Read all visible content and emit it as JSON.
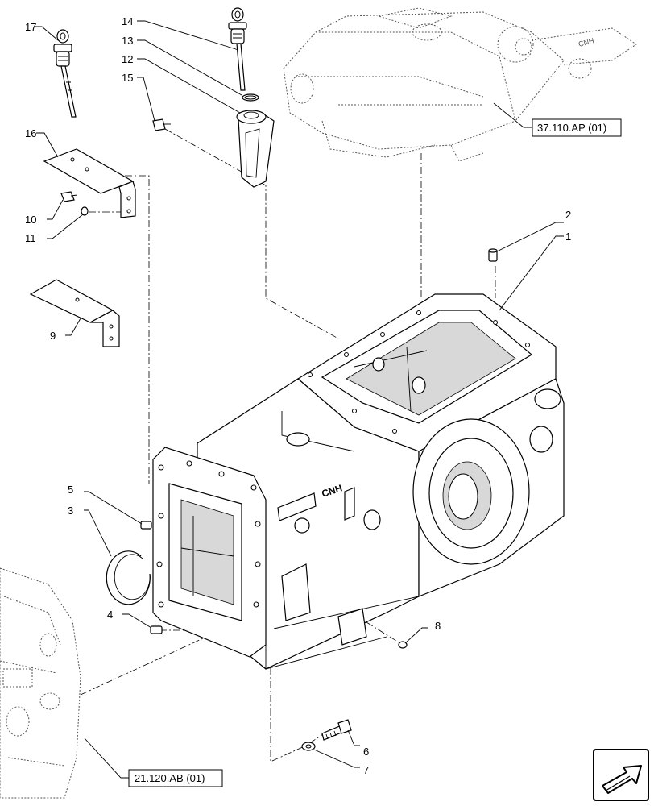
{
  "callouts": {
    "c1": "1",
    "c2": "2",
    "c3": "3",
    "c4": "4",
    "c5": "5",
    "c6": "6",
    "c7": "7",
    "c8": "8",
    "c9": "9",
    "c10": "10",
    "c11": "11",
    "c12": "12",
    "c13": "13",
    "c14": "14",
    "c15": "15",
    "c16": "16",
    "c17": "17"
  },
  "references": {
    "upper": "37.110.AP (01)",
    "lower": "21.120.AB (01)"
  },
  "housing_markings": {
    "side_logo": "CNH",
    "hitch_logo": "CNH"
  },
  "icons": {
    "corner": "navigation-arrow-icon"
  }
}
